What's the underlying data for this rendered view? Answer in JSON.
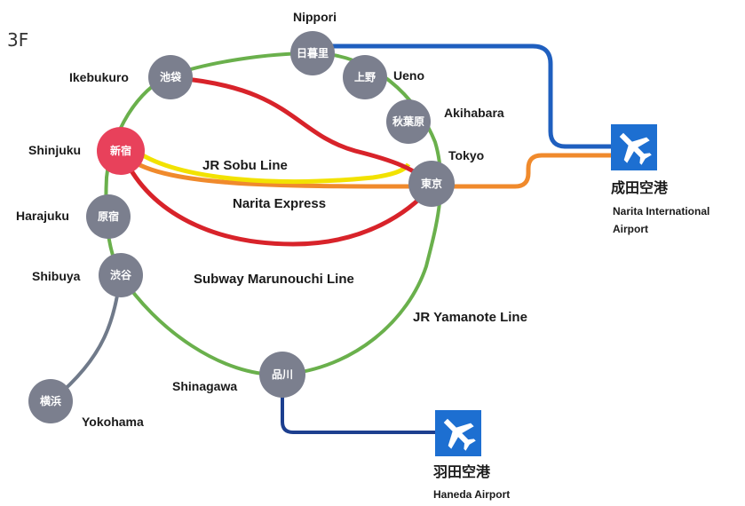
{
  "floor": "3F",
  "lines": {
    "yamanote": {
      "label": "JR Yamanote Line",
      "color": "#6ab04c"
    },
    "sobu": {
      "label": "JR Sobu Line",
      "color": "#f2e200"
    },
    "narita_express": {
      "label": "Narita Express",
      "color": "#f08a2c"
    },
    "marunouchi": {
      "label": "Subway Marunouchi Line",
      "color": "#d8232a"
    },
    "keisei": {
      "color": "#1f5fbf"
    },
    "keikyu": {
      "color": "#1d3f8f"
    },
    "yokohama_branch": {
      "color": "#707a8a"
    }
  },
  "stations": {
    "nippori": {
      "jp": "日暮里",
      "en": "Nippori"
    },
    "ueno": {
      "jp": "上野",
      "en": "Ueno"
    },
    "akihabara": {
      "jp": "秋葉原",
      "en": "Akihabara"
    },
    "tokyo": {
      "jp": "東京",
      "en": "Tokyo"
    },
    "ikebukuro": {
      "jp": "池袋",
      "en": "Ikebukuro"
    },
    "shinjuku": {
      "jp": "新宿",
      "en": "Shinjuku"
    },
    "harajuku": {
      "jp": "原宿",
      "en": "Harajuku"
    },
    "shibuya": {
      "jp": "渋谷",
      "en": "Shibuya"
    },
    "shinagawa": {
      "jp": "品川",
      "en": "Shinagawa"
    },
    "yokohama": {
      "jp": "横浜",
      "en": "Yokohama"
    }
  },
  "colors": {
    "station": "#7b7f8e",
    "current_station": "#e8415b",
    "airport_box": "#1d6fd1"
  },
  "airports": {
    "narita": {
      "jp": "成田空港",
      "en_line1": "Narita International",
      "en_line2": "Airport",
      "icon": "airplane-icon"
    },
    "haneda": {
      "jp": "羽田空港",
      "en_line1": "Haneda Airport",
      "icon": "airplane-icon"
    }
  }
}
